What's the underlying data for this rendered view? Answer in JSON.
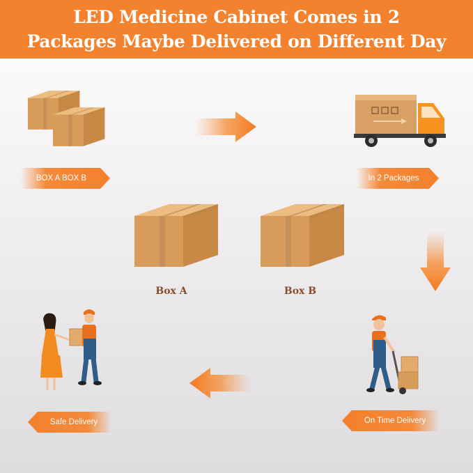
{
  "banner": {
    "line1": "LED Medicine Cabinet Comes in 2",
    "line2": "Packages Maybe Delivered on Different Day"
  },
  "steps": {
    "boxes_tag": "BOX A BOX B",
    "packages_tag": "In 2 Packages",
    "on_time_tag": "On Time Delivery",
    "safe_tag": "Safe Delivery"
  },
  "packages": {
    "box_a": "Box A",
    "box_b": "Box B"
  },
  "colors": {
    "accent": "#f2822e",
    "box": "#e3ab6b",
    "box_label": "#8a4b2c",
    "truck_cab": "#f7931e"
  }
}
